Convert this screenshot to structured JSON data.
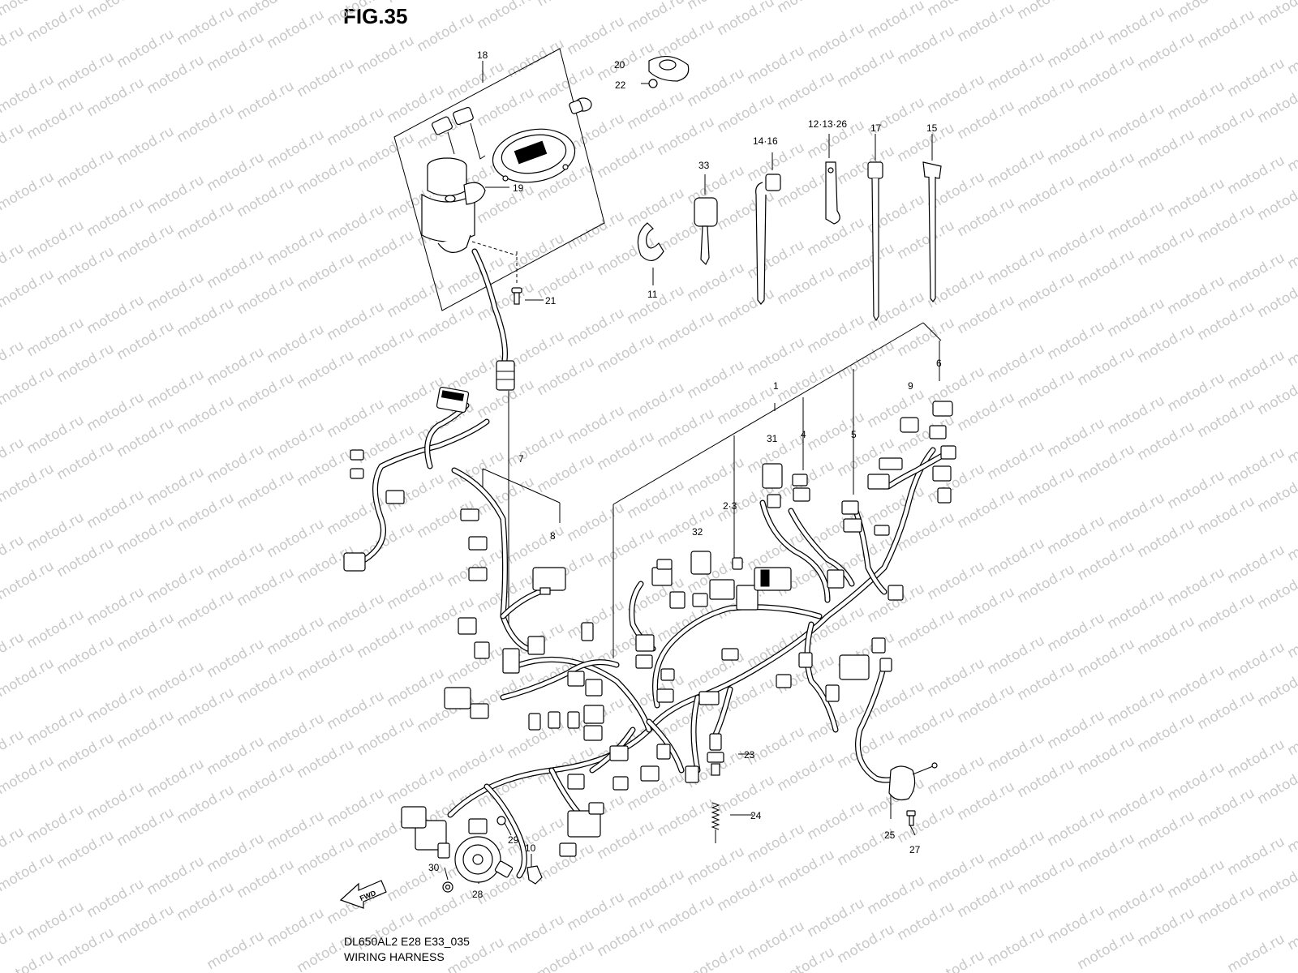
{
  "figure": {
    "title": "FIG.35",
    "code": "DL650AL2 E28 E33_035",
    "name": "WIRING HARNESS"
  },
  "watermark": "motod.ru",
  "direction_marker": "FWD",
  "callouts": {
    "c1": "1",
    "c23": "2·3",
    "c4": "4",
    "c5": "5",
    "c6": "6",
    "c7": "7",
    "c8": "8",
    "c9": "9",
    "c10": "10",
    "c11": "11",
    "c121326": "12·13·26",
    "c1416": "14·16",
    "c15": "15",
    "c17": "17",
    "c18": "18",
    "c19": "19",
    "c20": "20",
    "c21": "21",
    "c22": "22",
    "c23b": "23",
    "c24": "24",
    "c25": "25",
    "c27": "27",
    "c28": "28",
    "c29": "29",
    "c30": "30",
    "c31": "31",
    "c32": "32",
    "c33": "33"
  }
}
